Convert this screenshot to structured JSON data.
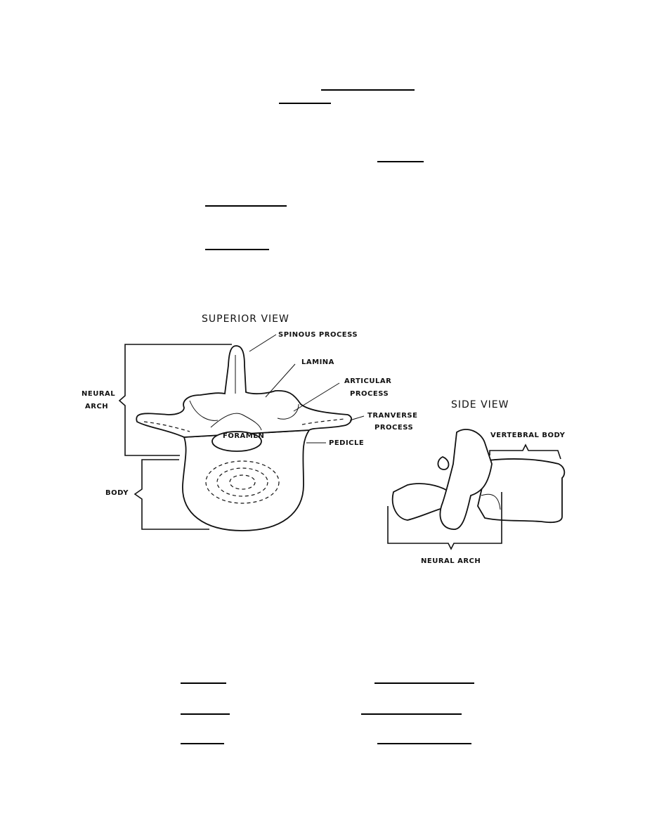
{
  "superior_view": {
    "title": "SUPERIOR VIEW",
    "labels": {
      "spinous_process": "SPINOUS PROCESS",
      "lamina": "LAMINA",
      "articular_1": "ARTICULAR",
      "articular_2": "PROCESS",
      "transverse_1": "TRANVERSE",
      "transverse_2": "PROCESS",
      "pedicle": "PEDICLE",
      "foramen": "FORAMEN",
      "neural_arch_1": "NEURAL",
      "neural_arch_2": "ARCH",
      "body": "BODY"
    }
  },
  "side_view": {
    "title": "SIDE VIEW",
    "labels": {
      "vertebral_body": "VERTEBRAL BODY",
      "neural_arch": "NEURAL ARCH"
    }
  }
}
